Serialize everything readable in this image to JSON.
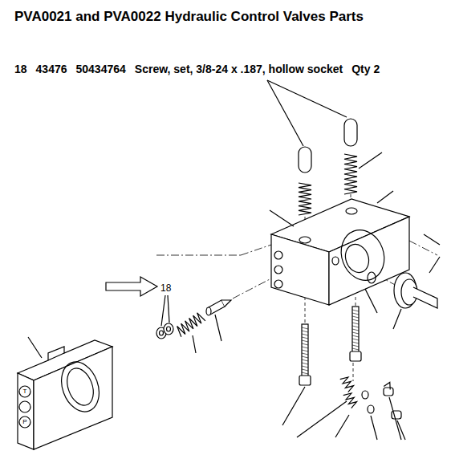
{
  "diagram": {
    "title": "PVA0021 and PVA0022 Hydraulic Control Valves Parts",
    "labels": [
      "18",
      "43476",
      "50434764",
      "Screw, set, 3/8-24 x .187, hollow socket",
      "Qty 2",
      "18",
      "T",
      "P"
    ]
  }
}
